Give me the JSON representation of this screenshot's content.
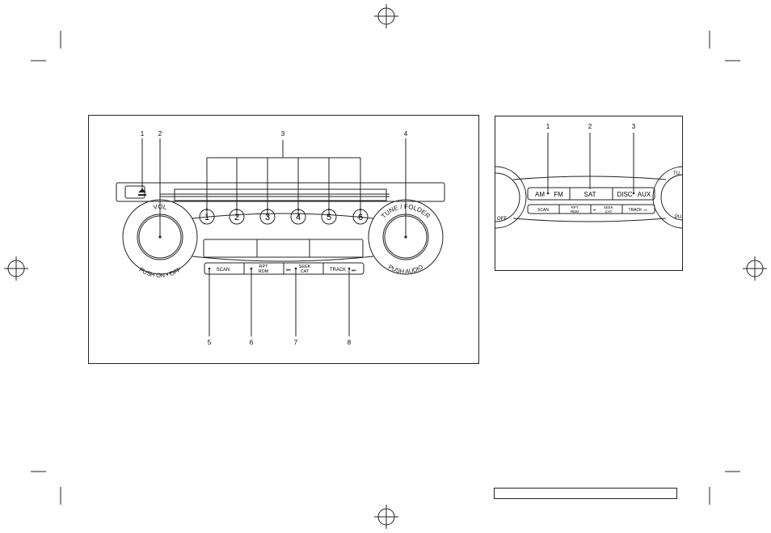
{
  "main_diagram": {
    "callouts": [
      "1",
      "2",
      "3",
      "4",
      "5",
      "6",
      "7",
      "8"
    ],
    "knob_left": {
      "top": "VOL",
      "bottom_left": "PUSH ON",
      "bottom_right": "OFF"
    },
    "knob_right": {
      "top": "TUNE / FOLDER",
      "bottom": "PUSH AUDIO"
    },
    "presets": [
      "1",
      "2",
      "3",
      "4",
      "5",
      "6"
    ],
    "buttons": {
      "scan": "SCAN",
      "rpt_line1": "RPT",
      "rpt_line2": "RDM",
      "seek_line1": "SEEK",
      "seek_line2": "CAT",
      "track": "TRACK"
    }
  },
  "inset_diagram": {
    "callouts": [
      "1",
      "2",
      "3"
    ],
    "buttons": {
      "am": "AM",
      "fm": "FM",
      "sat": "SAT",
      "disc": "DISC",
      "aux": "AUX",
      "scan": "SCAN",
      "rpt_line1": "RPT",
      "rpt_line2": "RDM",
      "seek_line1": "SEEK",
      "seek_line2": "CAT",
      "track": "TRACK"
    },
    "edge_labels": {
      "left": "OFF",
      "right_top": "TU",
      "right_bottom": "PU"
    }
  }
}
